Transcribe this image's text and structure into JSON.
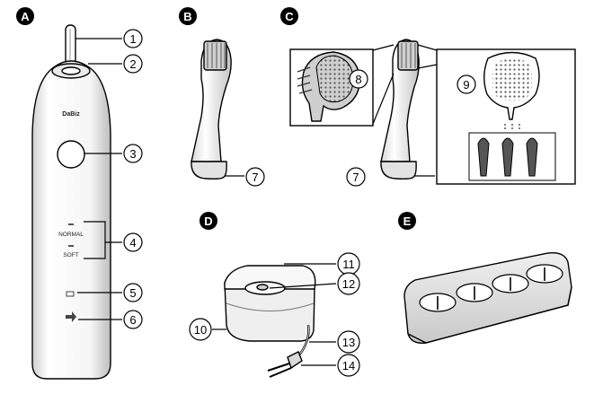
{
  "panels": [
    {
      "id": "A",
      "label": "A"
    },
    {
      "id": "B",
      "label": "B"
    },
    {
      "id": "C",
      "label": "C"
    },
    {
      "id": "D",
      "label": "D"
    },
    {
      "id": "E",
      "label": "E"
    }
  ],
  "callouts": {
    "c1": "1",
    "c2": "2",
    "c3": "3",
    "c4": "4",
    "c5": "5",
    "c6": "6",
    "c7b": "7",
    "c7c": "7",
    "c8": "8",
    "c9": "9",
    "c10": "10",
    "c11": "11",
    "c12": "12",
    "c13": "13",
    "c14": "14"
  },
  "handle": {
    "brand": "DaBiz",
    "mode_normal": "NORMAL",
    "mode_soft": "SOFT"
  },
  "colors": {
    "badge": "#000000",
    "stroke": "#000000",
    "shade_dark": "#bdbdbd",
    "shade_light": "#ececec"
  }
}
